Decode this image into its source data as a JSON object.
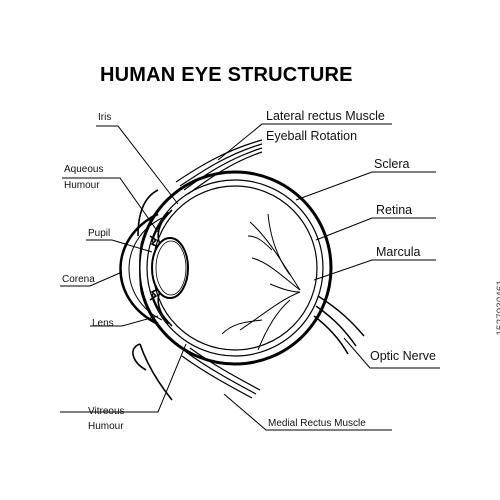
{
  "title": "HUMAN EYE STRUCTURE",
  "labels": {
    "iris": "Iris",
    "aqueous_1": "Aqueous",
    "aqueous_2": "Humour",
    "pupil": "Pupil",
    "corena": "Corena",
    "lens": "Lens",
    "vitreous_1": "Vitreous",
    "vitreous_2": "Humour",
    "lateral": "Lateral rectus Muscle",
    "rotation": "Eyeball Rotation",
    "sclera": "Sclera",
    "retina": "Retina",
    "marcula": "Marcula",
    "optic": "Optic Nerve",
    "medial": "Medial Rectus Muscle"
  },
  "watermark": "1527930461"
}
